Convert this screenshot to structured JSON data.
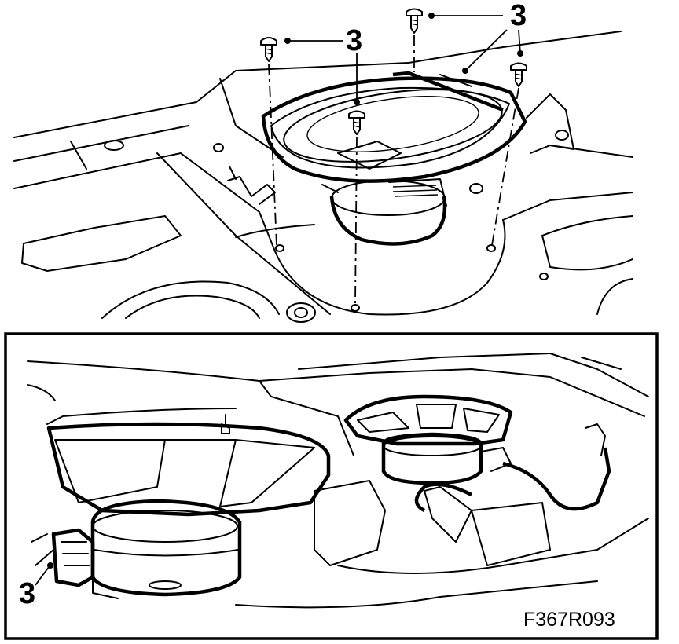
{
  "callouts": {
    "top_left": "3",
    "top_center": "3",
    "top_right": "3",
    "bottom_left": "3"
  },
  "figure_code": "F367R093"
}
